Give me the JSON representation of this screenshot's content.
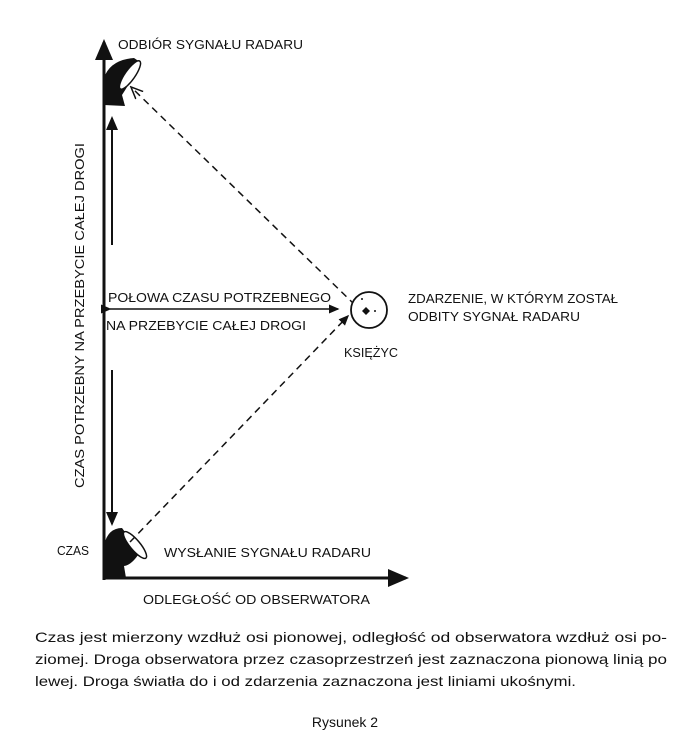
{
  "diagram": {
    "y_axis_label": "CZAS POTRZEBNY NA PRZEBYCIE CAŁEJ DROGI",
    "x_axis_label": "ODLEGŁOŚĆ OD OBSERWATORA",
    "time_label": "CZAS",
    "reception_label": "ODBIÓR SYGNAŁU RADARU",
    "emission_label": "WYSŁANIE SYGNAŁU RADARU",
    "half_time_label_line1": "POŁOWA CZASU POTRZEBNEGO",
    "half_time_label_line2": "NA PRZEBYCIE CAŁEJ DROGI",
    "event_label_line1": "ZDARZENIE, W KTÓRYM ZOSTAŁ",
    "event_label_line2": "ODBITY SYGNAŁ RADARU",
    "moon_label": "KSIĘŻYC"
  },
  "caption": {
    "lines": [
      "Czas jest mierzony wzdłuż osi pionowej, odległość od obserwatora wzdłuż osi po-",
      "ziomej. Droga obserwatora przez czasoprzestrzeń jest zaznaczona pionową linią po",
      "lewej. Droga światła do i od zdarzenia zaznaczona jest liniami ukośnymi."
    ],
    "figure_number": "Rysunek 2"
  }
}
